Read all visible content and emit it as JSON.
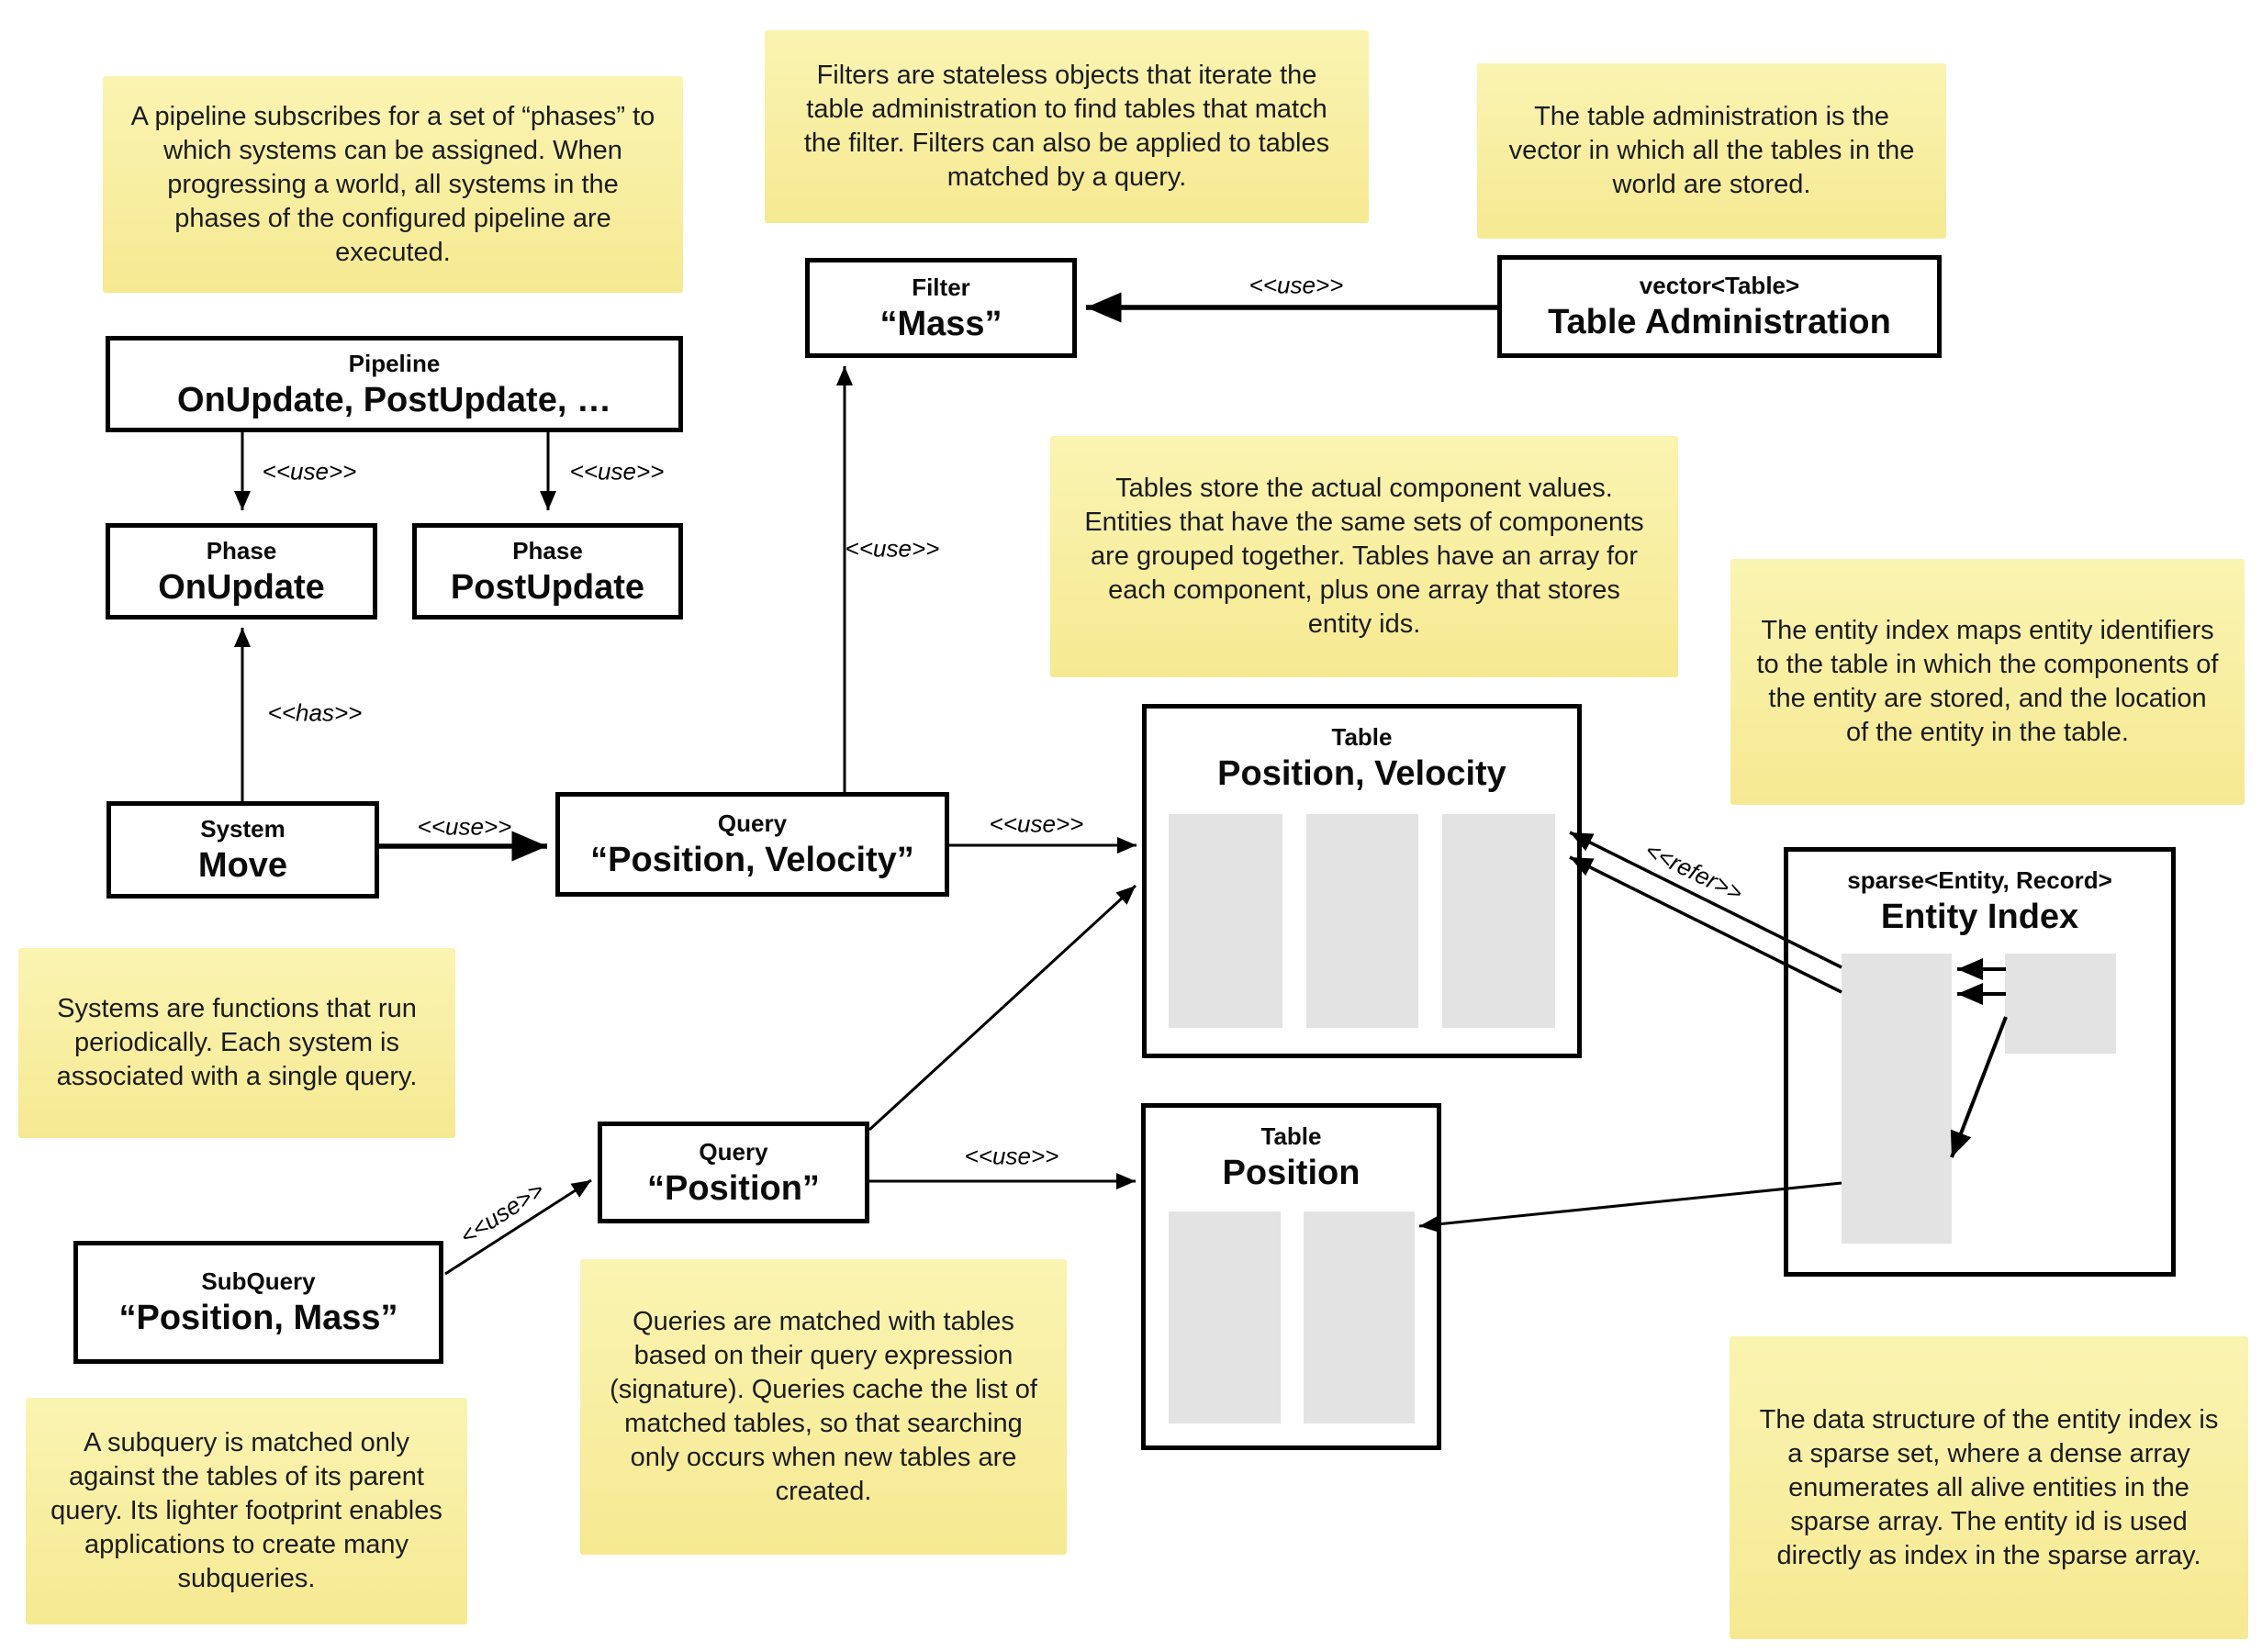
{
  "diagram": {
    "notes": {
      "pipeline": "A pipeline subscribes for a set of “phases” to which systems can be assigned. When progressing a world, all systems in the phases of the configured pipeline are executed.",
      "filters": "Filters are stateless objects that iterate the table administration to find tables that match the filter. Filters can also be applied to tables matched by a query.",
      "table_admin": "The table administration is the vector in which all the tables in the world are stored.",
      "tables": "Tables store the actual component values. Entities that have the same sets of components are grouped together. Tables have an array for each component, plus one array that stores entity ids.",
      "entity_index": "The entity index maps entity identifiers to the table in which the components of the entity are stored, and the location of the entity in the table.",
      "systems": "Systems are functions that run periodically. Each system is associated with a single query.",
      "queries": "Queries are matched with tables based on their query expression (signature). Queries cache the list of matched tables, so that searching only occurs when new tables are created.",
      "subquery": "A subquery is matched only against the tables of its parent query. Its lighter footprint enables applications to create many subqueries.",
      "sparse_set": "The data structure of the entity index is a sparse set, where a dense array enumerates all alive entities in the sparse array. The entity id is used directly as index in the sparse array."
    },
    "boxes": {
      "pipeline": {
        "stereotype": "Pipeline",
        "label": "OnUpdate, PostUpdate, …"
      },
      "phase_onupdate": {
        "stereotype": "Phase",
        "label": "OnUpdate"
      },
      "phase_postupdate": {
        "stereotype": "Phase",
        "label": "PostUpdate"
      },
      "filter_mass": {
        "stereotype": "Filter",
        "label": "“Mass”"
      },
      "table_administration": {
        "stereotype": "vector<Table>",
        "label": "Table Administration"
      },
      "system_move": {
        "stereotype": "System",
        "label": "Move"
      },
      "query_position_velocity": {
        "stereotype": "Query",
        "label": "“Position, Velocity”"
      },
      "table_position_velocity": {
        "stereotype": "Table",
        "label": "Position, Velocity"
      },
      "entity_index": {
        "stereotype": "sparse<Entity, Record>",
        "label": "Entity Index"
      },
      "query_position": {
        "stereotype": "Query",
        "label": "“Position”"
      },
      "table_position": {
        "stereotype": "Table",
        "label": "Position"
      },
      "subquery_position_mass": {
        "stereotype": "SubQuery",
        "label": "“Position, Mass”"
      }
    },
    "edge_labels": {
      "use": "<<use>>",
      "has": "<<has>>",
      "refer": "<<refer>>"
    },
    "colors": {
      "note_bg_top": "#faf4b2",
      "note_bg_bottom": "#f6e992",
      "box_border": "#000000",
      "box_bg": "#ffffff",
      "bar_fill": "#e3e3e3"
    }
  }
}
